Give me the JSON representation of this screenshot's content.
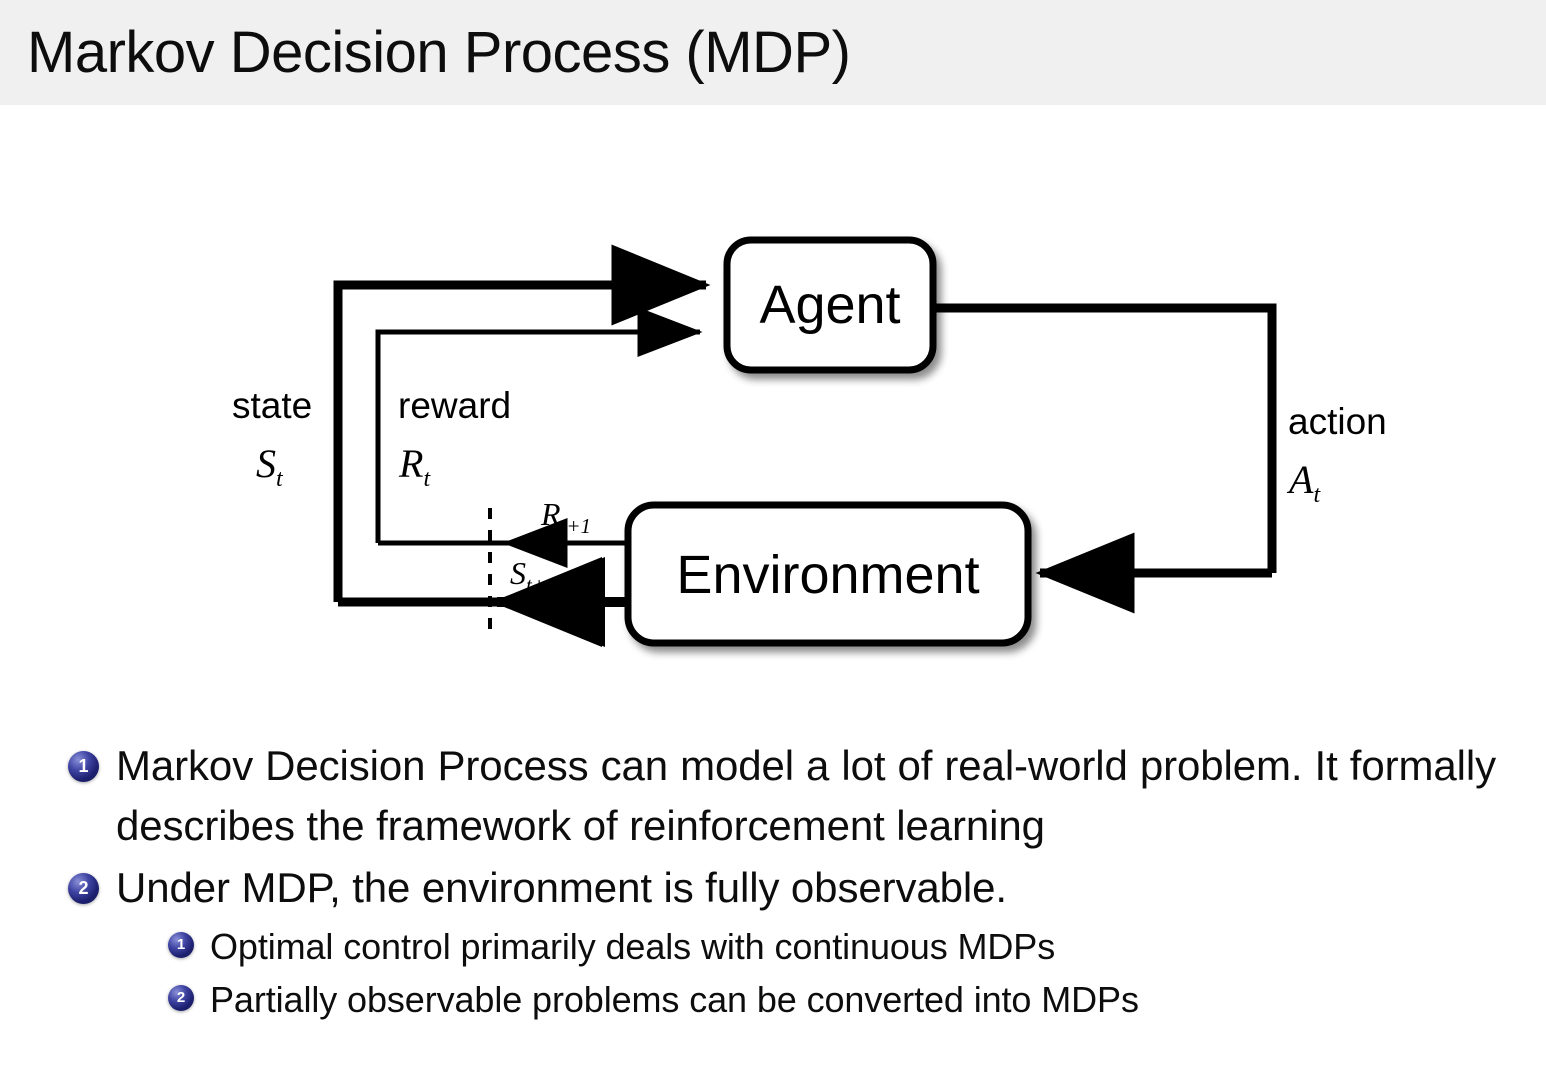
{
  "slide": {
    "title": "Markov Decision Process (MDP)",
    "header_bg": "#f0f0f0",
    "text_color": "#0d0d0d",
    "bullet_ball_color": "#1d2070"
  },
  "diagram": {
    "name": "agent-environment-interaction-loop",
    "nodes": [
      {
        "id": "agent",
        "label": "Agent"
      },
      {
        "id": "environment",
        "label": "Environment"
      }
    ],
    "edge_labels": {
      "state_word": "state",
      "state_symbol": "S",
      "state_symbol_sub": "t",
      "reward_word": "reward",
      "reward_symbol": "R",
      "reward_symbol_sub": "t",
      "action_word": "action",
      "action_symbol": "A",
      "action_symbol_sub": "t",
      "next_reward_symbol": "R",
      "next_reward_sub": "t+1",
      "next_state_symbol": "S",
      "next_state_sub": "t+1"
    }
  },
  "bullets": [
    {
      "level": 1,
      "number": "1",
      "text": "Markov Decision Process can model a lot of real-world problem. It formally describes the framework of reinforcement learning"
    },
    {
      "level": 1,
      "number": "2",
      "text": "Under MDP, the environment is fully observable."
    },
    {
      "level": 2,
      "number": "1",
      "text": "Optimal control primarily deals with continuous MDPs"
    },
    {
      "level": 2,
      "number": "2",
      "text": "Partially observable problems can be converted into MDPs"
    }
  ]
}
